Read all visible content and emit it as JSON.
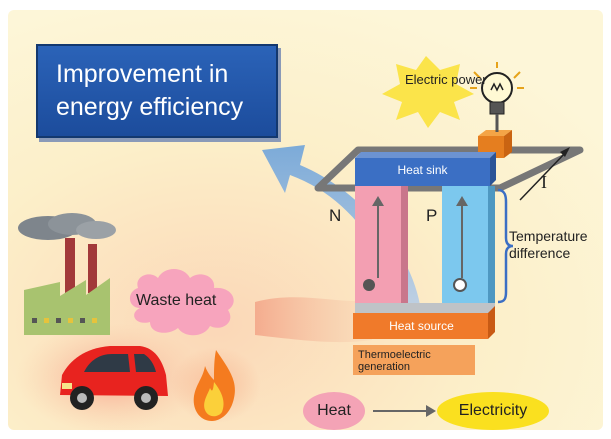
{
  "banner": {
    "line1": "Improvement in",
    "line2": "energy efficiency"
  },
  "labels": {
    "electric_power": "Electric power",
    "heat_sink": "Heat sink",
    "heat_source": "Heat source",
    "n_type": "N",
    "p_type": "P",
    "current": "I",
    "temperature_line1": "Temperature",
    "temperature_line2": "difference",
    "waste_heat": "Waste heat",
    "thermoelectric_line1": "Thermoelectric",
    "thermoelectric_line2": "generation",
    "heat": "Heat",
    "electricity": "Electricity"
  },
  "colors": {
    "background": "#fdf5cf",
    "banner_blue": "#1c4c9c",
    "heat_sink_blue": "#3b6fc4",
    "n_type_pink": "#f39fb2",
    "p_type_cyan": "#7cc8ee",
    "heat_source_orange": "#f07a2a",
    "electricity_yellow": "#fae01f",
    "waste_heat_pink": "#f7a4bd"
  },
  "icons": [
    "factory-icon",
    "car-icon",
    "flame-icon",
    "light-bulb-icon",
    "arrow-icon"
  ]
}
